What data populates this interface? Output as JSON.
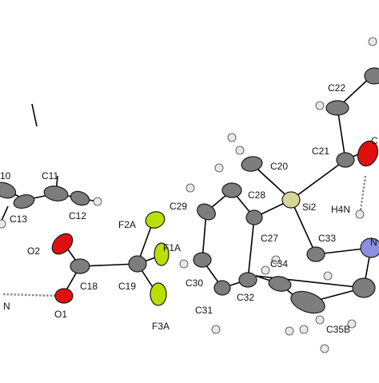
{
  "colors": {
    "background": "#ffffff",
    "bond": "#000000",
    "carbon": "#7d7d7d",
    "hydrogen": "#e8e8e8",
    "oxygen": "#e01010",
    "fluorine": "#b8e000",
    "silicon": "#d6d699",
    "nitrogen": "#8a8fe0",
    "hbond": "#8a8a8a"
  },
  "labels": {
    "c10": "10",
    "c11": "C11",
    "c12": "C12",
    "c13": "C13",
    "o2": "O2",
    "c18": "C18",
    "o1": "O1",
    "n_left": "N",
    "f2a": "F2A",
    "f1a": "F1A",
    "c19": "C19",
    "f3a": "F3A",
    "c29": "C29",
    "c28": "C28",
    "c20": "C20",
    "si2": "Si2",
    "c27": "C27",
    "c30": "C30",
    "c31": "C31",
    "c32": "C32",
    "c34": "C34",
    "c33": "C33",
    "c35b": "C35B",
    "c21": "C21",
    "c22": "C22",
    "h4n": "H4N",
    "n_right": "N",
    "c_cut": "C"
  }
}
